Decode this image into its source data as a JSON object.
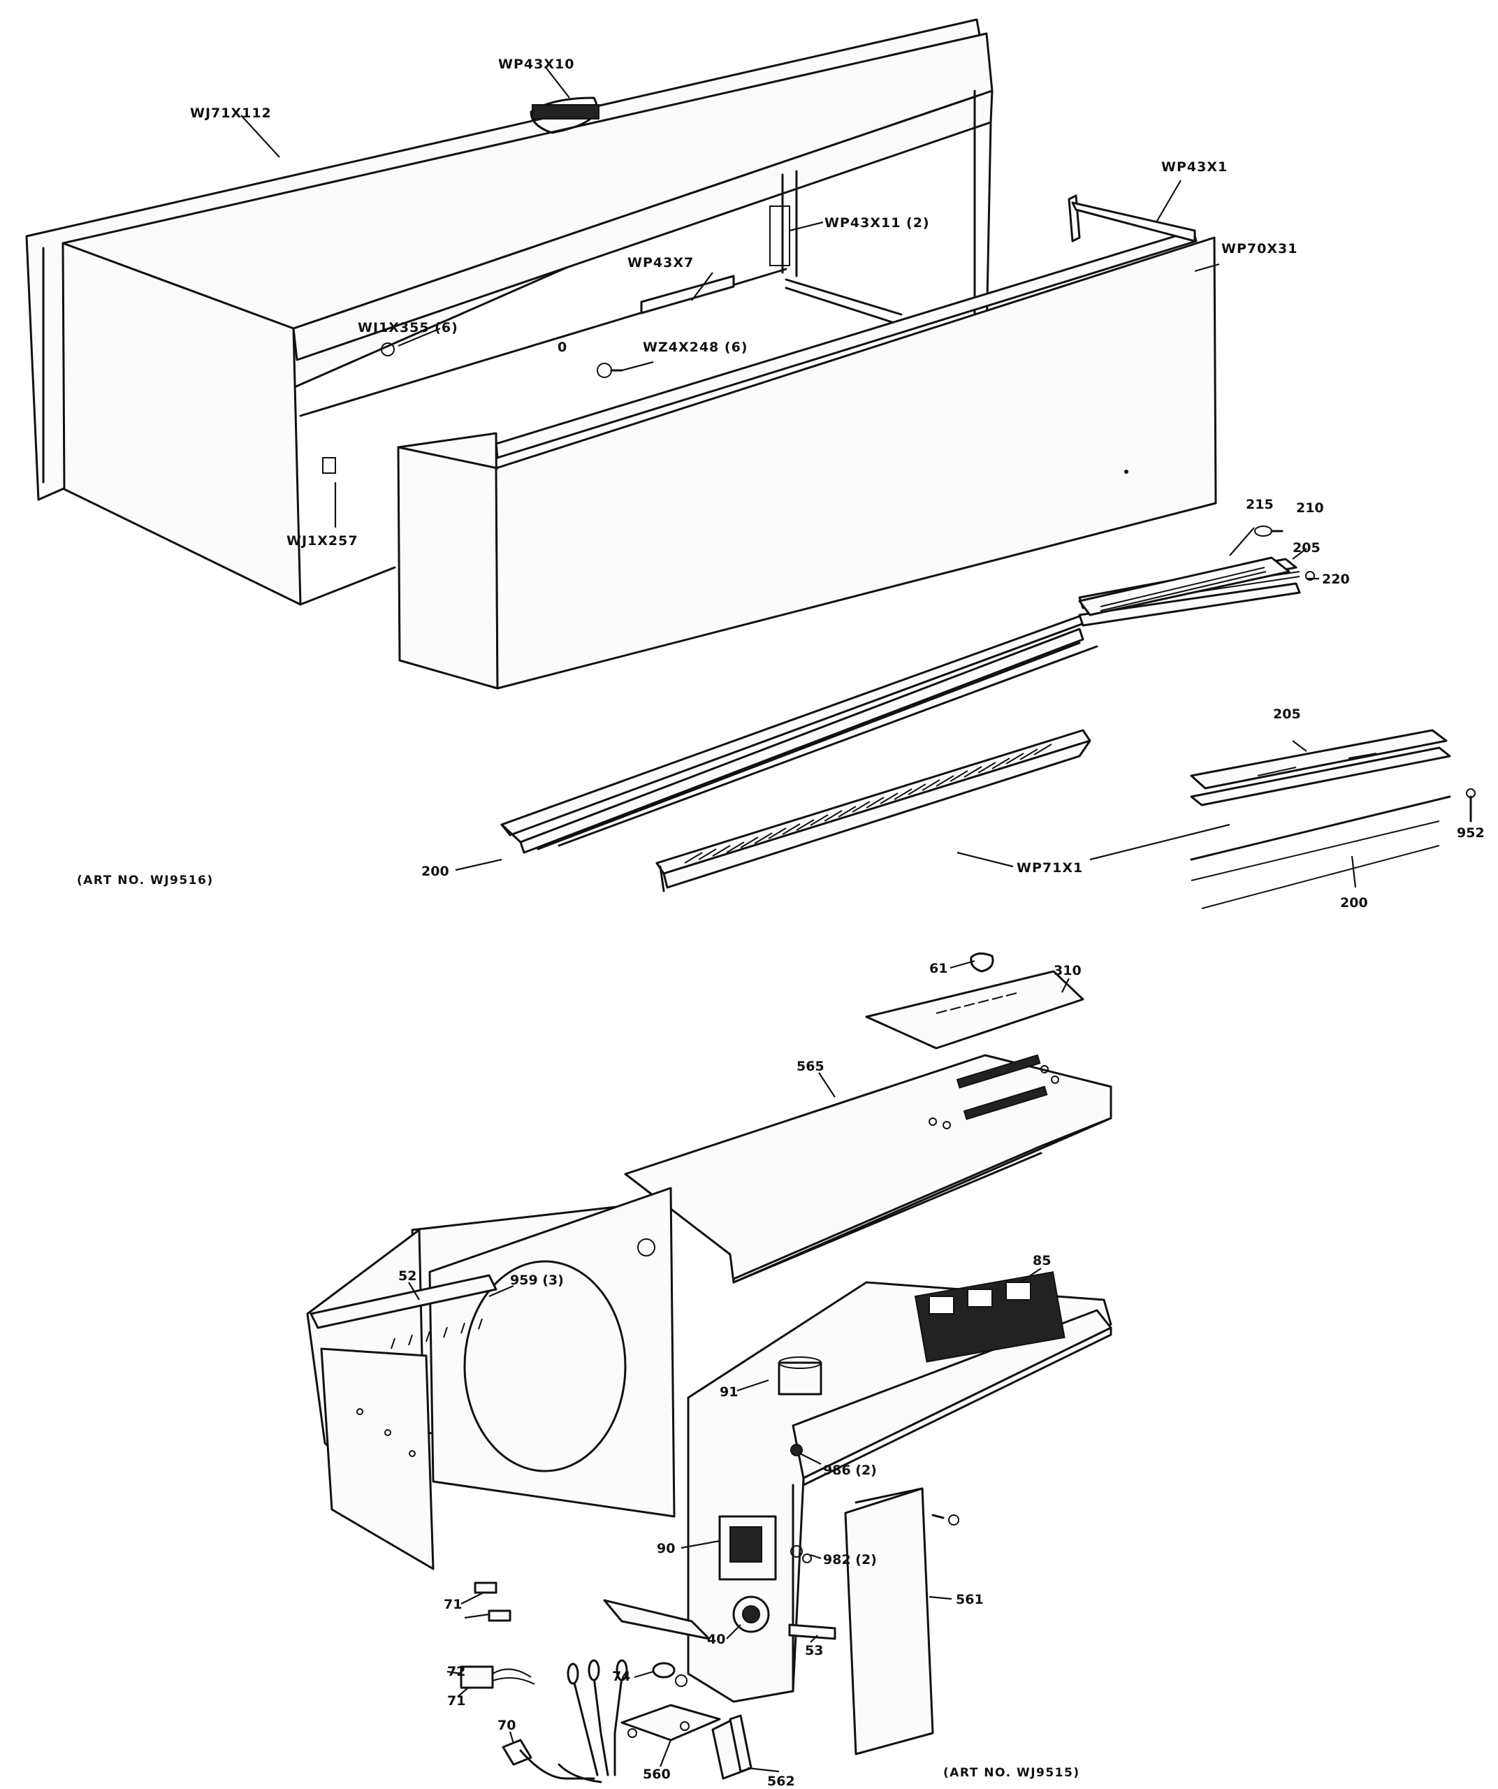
{
  "diagram": {
    "top_assembly": {
      "art_number": "(ART NO. WJ9516)",
      "callouts": {
        "wp43x10": "WP43X10",
        "wj71x112": "WJ71X112",
        "wp43x1": "WP43X1",
        "wp43x11": "WP43X11 (2)",
        "wp70x31": "WP70X31",
        "wp43x7": "WP43X7",
        "wj1x355": "WJ1X355 (6)",
        "wz4x248": "WZ4X248 (6)",
        "wj1x257": "WJ1X257",
        "p215": "215",
        "p210": "210",
        "p205a": "205",
        "p220": "220",
        "p205b": "205",
        "p200a": "200",
        "wp71x1": "WP71X1",
        "p952": "952",
        "p200b": "200",
        "zero": "0"
      }
    },
    "bottom_assembly": {
      "art_number": "(ART NO. WJ9515)",
      "callouts": {
        "p61": "61",
        "p310": "310",
        "p565": "565",
        "p52": "52",
        "p959": "959 (3)",
        "p85": "85",
        "p91": "91",
        "p986": "986 (2)",
        "p90": "90",
        "p982": "982 (2)",
        "p71a": "71",
        "p40": "40",
        "p53": "53",
        "p561": "561",
        "p72": "72",
        "p74": "74",
        "p71b": "71",
        "p70": "70",
        "p560": "560",
        "p562": "562"
      }
    }
  }
}
